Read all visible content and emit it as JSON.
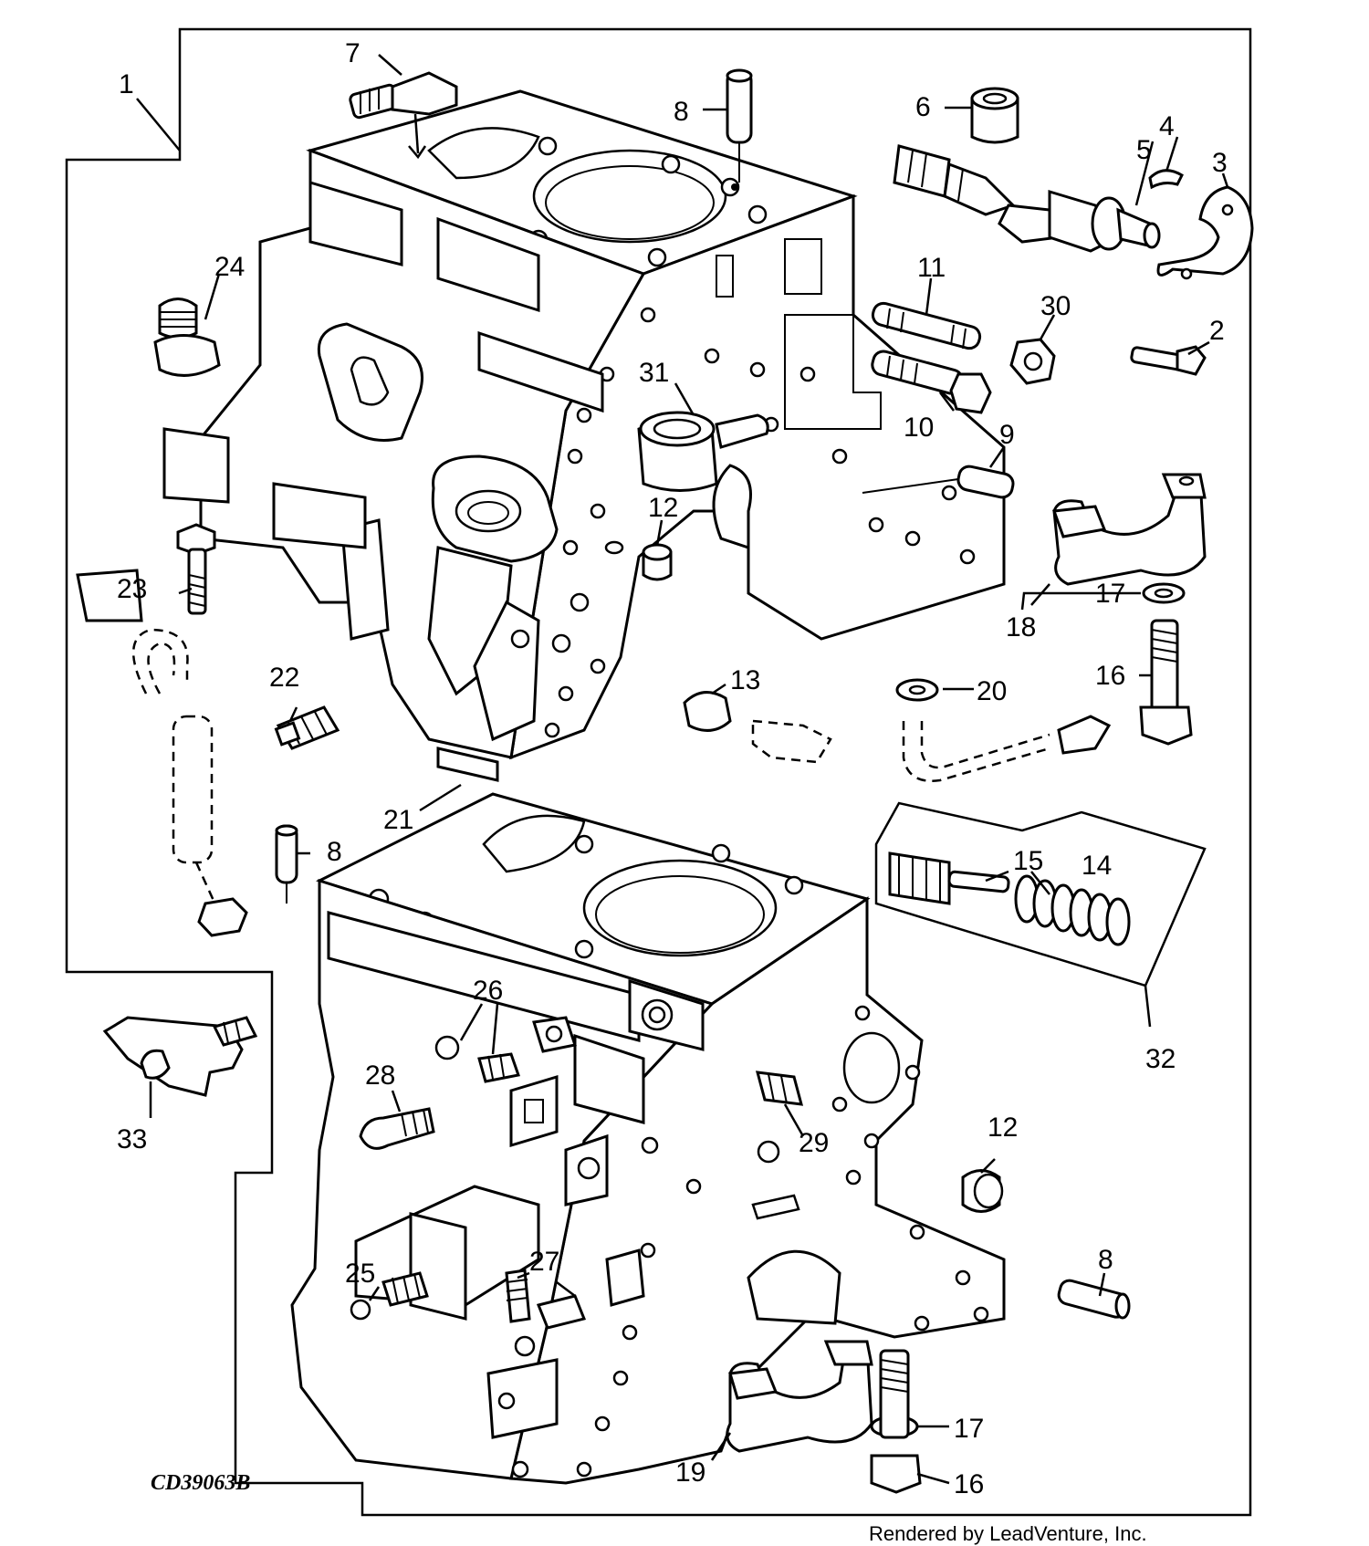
{
  "figure_code": "CD39063B",
  "credit": "Rendered by LeadVenture, Inc.",
  "callouts": [
    {
      "id": "c1",
      "label": "1"
    },
    {
      "id": "c2",
      "label": "2"
    },
    {
      "id": "c3",
      "label": "3"
    },
    {
      "id": "c4",
      "label": "4"
    },
    {
      "id": "c5",
      "label": "5"
    },
    {
      "id": "c6",
      "label": "6"
    },
    {
      "id": "c7",
      "label": "7"
    },
    {
      "id": "c8a",
      "label": "8"
    },
    {
      "id": "c8b",
      "label": "8"
    },
    {
      "id": "c8c",
      "label": "8"
    },
    {
      "id": "c9",
      "label": "9"
    },
    {
      "id": "c10",
      "label": "10"
    },
    {
      "id": "c11",
      "label": "11"
    },
    {
      "id": "c12a",
      "label": "12"
    },
    {
      "id": "c12b",
      "label": "12"
    },
    {
      "id": "c13",
      "label": "13"
    },
    {
      "id": "c14",
      "label": "14"
    },
    {
      "id": "c15",
      "label": "15"
    },
    {
      "id": "c16a",
      "label": "16"
    },
    {
      "id": "c16b",
      "label": "16"
    },
    {
      "id": "c17a",
      "label": "17"
    },
    {
      "id": "c17b",
      "label": "17"
    },
    {
      "id": "c18",
      "label": "18"
    },
    {
      "id": "c19",
      "label": "19"
    },
    {
      "id": "c20",
      "label": "20"
    },
    {
      "id": "c21",
      "label": "21"
    },
    {
      "id": "c22",
      "label": "22"
    },
    {
      "id": "c23",
      "label": "23"
    },
    {
      "id": "c24",
      "label": "24"
    },
    {
      "id": "c25",
      "label": "25"
    },
    {
      "id": "c26",
      "label": "26"
    },
    {
      "id": "c27",
      "label": "27"
    },
    {
      "id": "c28",
      "label": "28"
    },
    {
      "id": "c29",
      "label": "29"
    },
    {
      "id": "c30",
      "label": "30"
    },
    {
      "id": "c31",
      "label": "31"
    },
    {
      "id": "c32",
      "label": "32"
    },
    {
      "id": "c33",
      "label": "33"
    }
  ]
}
